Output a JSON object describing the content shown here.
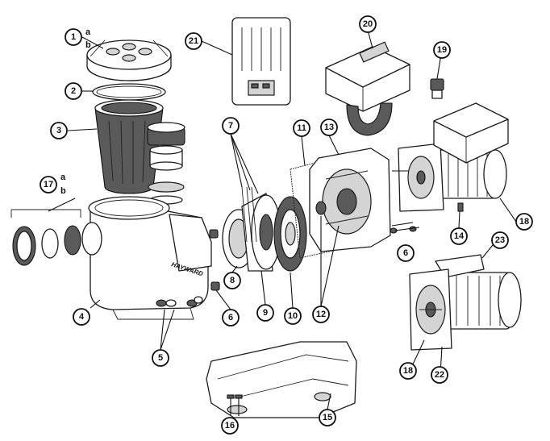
{
  "brand_text": "HAYWARD",
  "callouts": [
    {
      "id": "c1",
      "label": "1"
    },
    {
      "id": "c2",
      "label": "2"
    },
    {
      "id": "c3",
      "label": "3"
    },
    {
      "id": "c4",
      "label": "4"
    },
    {
      "id": "c5",
      "label": "5"
    },
    {
      "id": "c6a",
      "label": "6"
    },
    {
      "id": "c6b",
      "label": "6"
    },
    {
      "id": "c7",
      "label": "7"
    },
    {
      "id": "c8",
      "label": "8"
    },
    {
      "id": "c9",
      "label": "9"
    },
    {
      "id": "c10",
      "label": "10"
    },
    {
      "id": "c11",
      "label": "11"
    },
    {
      "id": "c12",
      "label": "12"
    },
    {
      "id": "c13",
      "label": "13"
    },
    {
      "id": "c14",
      "label": "14"
    },
    {
      "id": "c15",
      "label": "15"
    },
    {
      "id": "c16",
      "label": "16"
    },
    {
      "id": "c17",
      "label": "17"
    },
    {
      "id": "c18a",
      "label": "18"
    },
    {
      "id": "c18b",
      "label": "18"
    },
    {
      "id": "c19",
      "label": "19"
    },
    {
      "id": "c20",
      "label": "20"
    },
    {
      "id": "c21",
      "label": "21"
    },
    {
      "id": "c22",
      "label": "22"
    },
    {
      "id": "c23",
      "label": "23"
    }
  ],
  "sub_labels": {
    "c1_a": "a",
    "c1_b": "b",
    "c17_a": "a",
    "c17_b": "b"
  }
}
